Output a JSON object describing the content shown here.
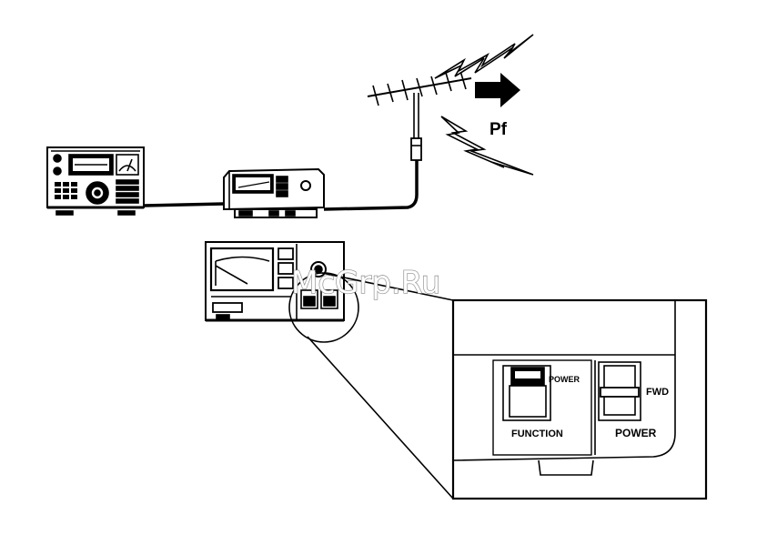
{
  "labels": {
    "pf": "Pf",
    "power_small": "POWER",
    "function": "FUNCTION",
    "fwd": "FWD",
    "power": "POWER"
  },
  "watermark": "McGrp.Ru",
  "colors": {
    "line": "#000000",
    "background": "#ffffff",
    "watermark_stroke": "#8a8a8a"
  }
}
